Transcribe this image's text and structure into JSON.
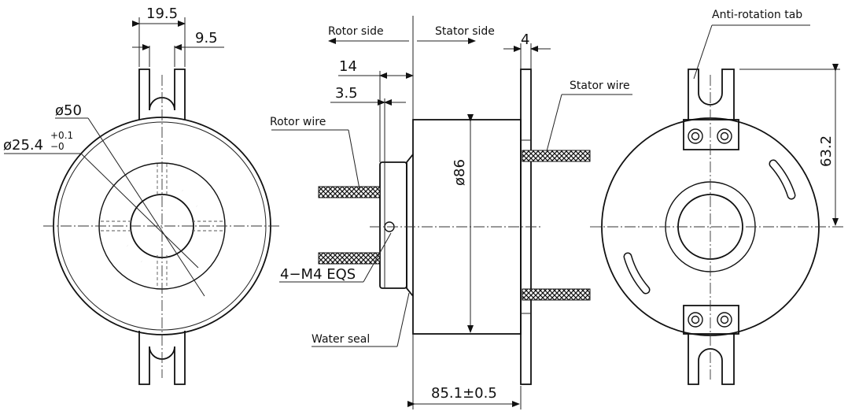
{
  "dimensions": {
    "w19_5": "19.5",
    "w9_5": "9.5",
    "d50": "ø50",
    "d25_4": "ø25.4",
    "tol_plus": "+0.1",
    "tol_minus": "−0",
    "w14": "14",
    "w3_5": "3.5",
    "w4": "4",
    "d86": "ø86",
    "h63_2": "63.2",
    "len85_1": "85.1±0.5"
  },
  "labels": {
    "rotor_side": "Rotor side",
    "stator_side": "Stator side",
    "rotor_wire": "Rotor wire",
    "stator_wire": "Stator wire",
    "screws": "4−M4  EQS",
    "water_seal": "Water seal",
    "anti_rotation_tab": "Anti-rotation tab"
  }
}
